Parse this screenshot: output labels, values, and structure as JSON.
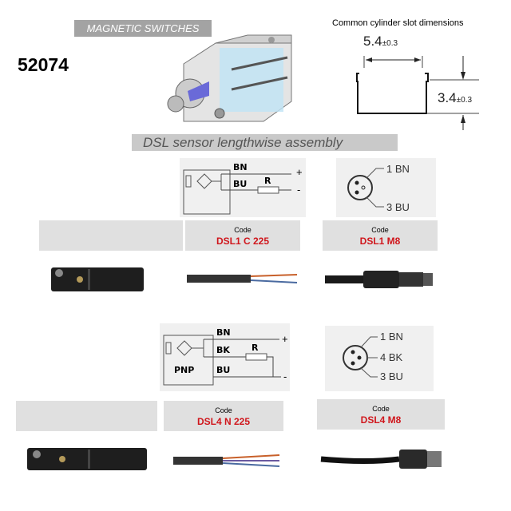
{
  "header": {
    "category_banner": "MAGNETIC SWITCHES",
    "part_number": "52074",
    "section_banner": "DSL sensor lengthwise  assembly"
  },
  "slot_dimensions": {
    "title": "Common cylinder slot dimensions",
    "width_value": "5.4",
    "width_tolerance": "±0.3",
    "depth_value": "3.4",
    "depth_tolerance": "±0.3"
  },
  "variant_1": {
    "wiring": {
      "wire1": "BN",
      "wire2": "BU",
      "resistor": "R",
      "plus": "+",
      "minus": "-"
    },
    "pinout": {
      "pin1": "1 BN",
      "pin3": "3 BU"
    },
    "codes": [
      {
        "label": "Code",
        "code": "DSL1 C 225"
      },
      {
        "label": "Code",
        "code": "DSL1 M8"
      }
    ]
  },
  "variant_2": {
    "wiring": {
      "wire1": "BN",
      "wire2": "BK",
      "wire3": "BU",
      "resistor": "R",
      "type": "PNP",
      "plus": "+",
      "minus": "-"
    },
    "pinout": {
      "pin1": "1 BN",
      "pin4": "4 BK",
      "pin3": "3 BU"
    },
    "codes": [
      {
        "label": "Code",
        "code": "DSL4  N 225"
      },
      {
        "label": "Code",
        "code": "DSL4 M8"
      }
    ]
  },
  "colors": {
    "code_red": "#d0161c",
    "banner_gray": "#a3a3a3",
    "box_gray": "#e0e0e0"
  }
}
